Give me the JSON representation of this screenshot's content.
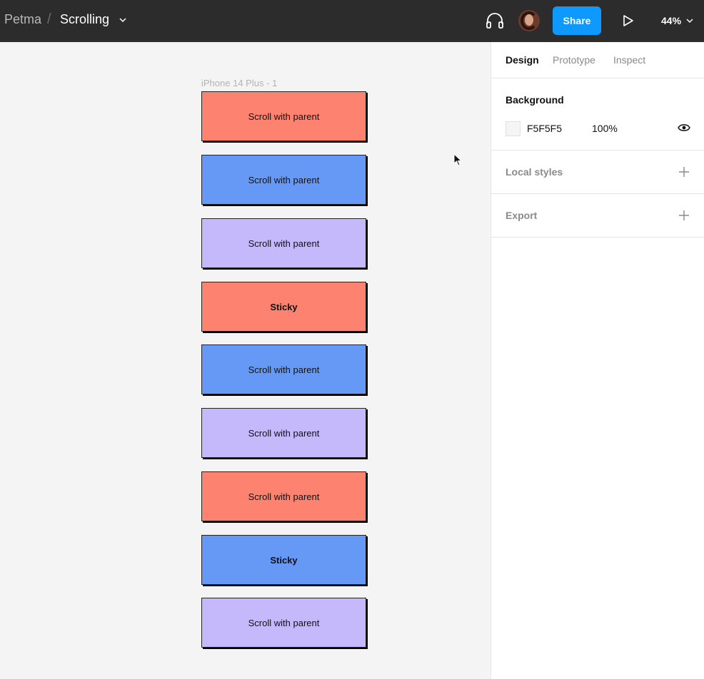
{
  "topbar": {
    "project": "Petma",
    "separator": "/",
    "file_name": "Scrolling",
    "share_label": "Share",
    "zoom": "44%"
  },
  "canvas": {
    "frame_label": "iPhone 14 Plus - 1",
    "cards": [
      {
        "label": "Scroll with parent",
        "color": "#fd8270",
        "bold": false
      },
      {
        "label": "Scroll with parent",
        "color": "#6699f5",
        "bold": false
      },
      {
        "label": "Scroll with parent",
        "color": "#c5b8fb",
        "bold": false
      },
      {
        "label": "Sticky",
        "color": "#fd8270",
        "bold": true
      },
      {
        "label": "Scroll with parent",
        "color": "#6699f5",
        "bold": false
      },
      {
        "label": "Scroll with parent",
        "color": "#c5b8fb",
        "bold": false
      },
      {
        "label": "Scroll with parent",
        "color": "#fd8270",
        "bold": false
      },
      {
        "label": "Sticky",
        "color": "#6699f5",
        "bold": true
      },
      {
        "label": "Scroll with parent",
        "color": "#c5b8fb",
        "bold": false
      }
    ]
  },
  "panel": {
    "tabs": [
      "Design",
      "Prototype",
      "Inspect"
    ],
    "active_tab": "Design",
    "background": {
      "title": "Background",
      "hex": "F5F5F5",
      "opacity": "100%"
    },
    "local_styles": "Local styles",
    "export": "Export"
  },
  "colors": {
    "accent": "#0d99ff",
    "topbar": "#2c2c2c"
  }
}
